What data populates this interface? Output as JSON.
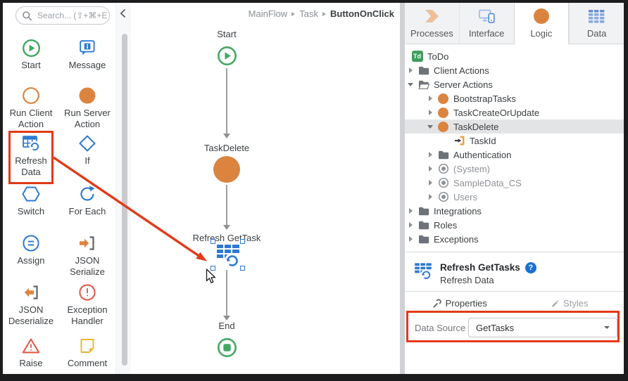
{
  "window": {
    "breadcrumb": [
      "MainFlow",
      "Task",
      "ButtonOnClick"
    ]
  },
  "toolbox": {
    "search_placeholder": "Search... (⇧+⌘+E",
    "items": [
      {
        "label": "Start"
      },
      {
        "label": "Message"
      },
      {
        "label": "Run Client Action"
      },
      {
        "label": "Run Server Action"
      },
      {
        "label": "Refresh Data",
        "annotated": true
      },
      {
        "label": "If"
      },
      {
        "label": "Switch"
      },
      {
        "label": "For Each"
      },
      {
        "label": "Assign"
      },
      {
        "label": "JSON Serialize"
      },
      {
        "label": "JSON Deserialize"
      },
      {
        "label": "Exception Handler"
      },
      {
        "label": "Raise"
      },
      {
        "label": "Comment"
      }
    ]
  },
  "canvas": {
    "nodes": [
      {
        "label": "Start",
        "type": "start"
      },
      {
        "label": "TaskDelete",
        "type": "server-action"
      },
      {
        "label": "Refresh GetTask",
        "type": "refresh-data",
        "selected": true
      },
      {
        "label": "End",
        "type": "end"
      }
    ]
  },
  "right_panel": {
    "tabs": [
      {
        "label": "Processes",
        "active": false
      },
      {
        "label": "Interface",
        "active": false
      },
      {
        "label": "Logic",
        "active": true
      },
      {
        "label": "Data",
        "active": false
      }
    ],
    "tree": {
      "rows": [
        {
          "label": "ToDo",
          "badge": "Td",
          "type": "espace",
          "level": 0
        },
        {
          "label": "Client Actions",
          "type": "folder",
          "state": "collapsed",
          "level": 1
        },
        {
          "label": "Server Actions",
          "type": "folder-open",
          "state": "expanded",
          "level": 1
        },
        {
          "label": "BootstrapTasks",
          "type": "server-action",
          "state": "collapsed",
          "level": 2
        },
        {
          "label": "TaskCreateOrUpdate",
          "type": "server-action",
          "state": "collapsed",
          "level": 2
        },
        {
          "label": "TaskDelete",
          "type": "server-action",
          "state": "expanded",
          "selected": true,
          "level": 2
        },
        {
          "label": "TaskId",
          "type": "input-parameter",
          "level": 3
        },
        {
          "label": "Authentication",
          "type": "folder",
          "state": "collapsed",
          "level": 2
        },
        {
          "label": "(System)",
          "type": "reference",
          "state": "collapsed",
          "level": 2,
          "muted": true
        },
        {
          "label": "SampleData_CS",
          "type": "reference",
          "state": "collapsed",
          "level": 2,
          "muted": true
        },
        {
          "label": "Users",
          "type": "reference",
          "state": "collapsed",
          "level": 2,
          "muted": true
        },
        {
          "label": "Integrations",
          "type": "folder",
          "state": "collapsed",
          "level": 1
        },
        {
          "label": "Roles",
          "type": "folder",
          "state": "collapsed",
          "level": 1
        },
        {
          "label": "Exceptions",
          "type": "folder",
          "state": "collapsed",
          "level": 1
        }
      ]
    },
    "properties": {
      "title": "Refresh GetTasks",
      "subtitle": "Refresh Data",
      "help_badge": "?",
      "tabs": [
        {
          "label": "Properties",
          "active": true
        },
        {
          "label": "Styles",
          "active": false
        }
      ],
      "fields": [
        {
          "label": "Data Source",
          "value": "GetTasks"
        }
      ]
    }
  },
  "colors": {
    "annotation_red": "#E23A17",
    "accent_orange": "#DB8440",
    "accent_blue": "#2E79D2",
    "accent_green": "#41A863"
  }
}
